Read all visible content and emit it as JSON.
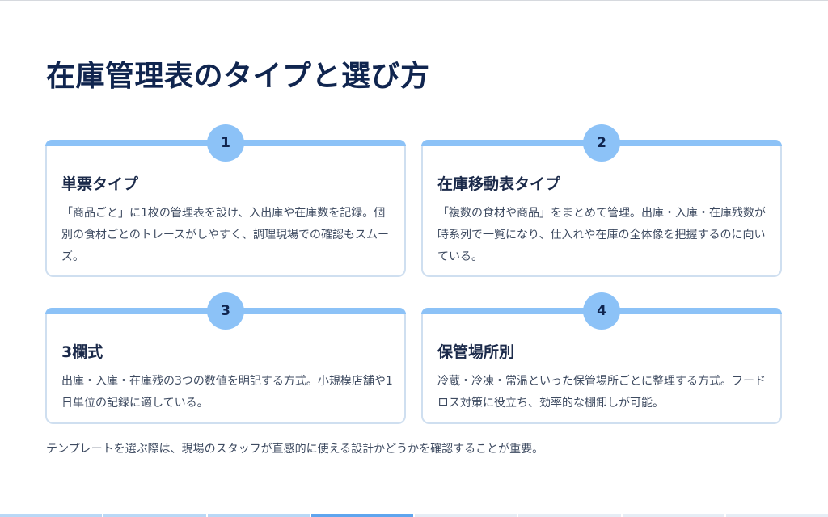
{
  "slide": {
    "title": "在庫管理表のタイプと選び方",
    "cards": [
      {
        "number": "1",
        "title": "単票タイプ",
        "text": "「商品ごと」に1枚の管理表を設け、入出庫や在庫数を記録。個別の食材ごとのトレースがしやすく、調理現場での確認もスムーズ。"
      },
      {
        "number": "2",
        "title": "在庫移動表タイプ",
        "text": "「複数の食材や商品」をまとめて管理。出庫・入庫・在庫残数が時系列で一覧になり、仕入れや在庫の全体像を把握するのに向いている。"
      },
      {
        "number": "3",
        "title": "3欄式",
        "text": "出庫・入庫・在庫残の3つの数値を明記する方式。小規模店舗や1日単位の記録に適している。"
      },
      {
        "number": "4",
        "title": "保管場所別",
        "text": "冷蔵・冷凍・常温といった保管場所ごとに整理する方式。フードロス対策に役立ち、効率的な棚卸しが可能。"
      }
    ],
    "footer_note": "テンプレートを選ぶ際は、現場のスタッフが直感的に使える設計かどうかを確認することが重要。"
  },
  "progress": {
    "total_slides": 8,
    "current_slide": 4
  },
  "colors": {
    "title": "#10254f",
    "accent": "#8cc2f7",
    "card_border": "#cfdff0",
    "body_text": "#3d4a60",
    "progress_current": "#5fa5ee",
    "progress_done": "#b9d8f6",
    "progress_remaining": "#e6edf5"
  }
}
